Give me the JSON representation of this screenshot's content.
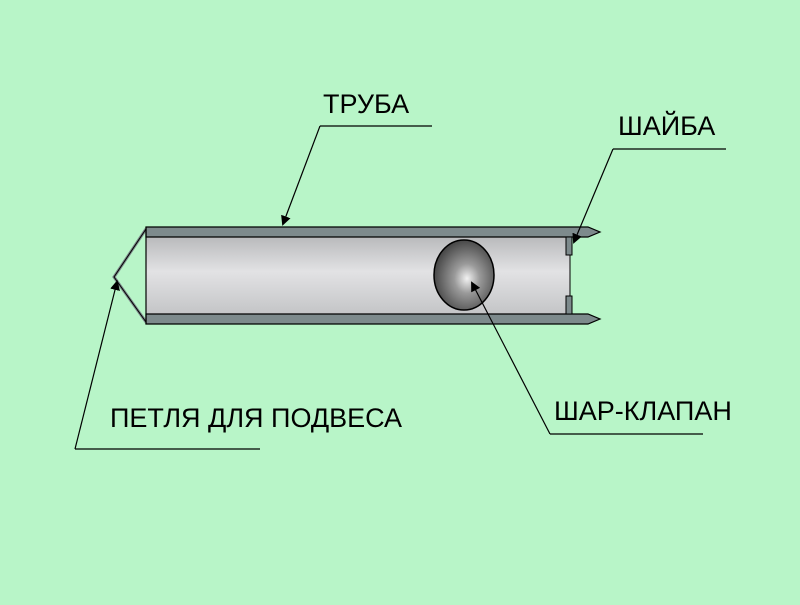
{
  "colors": {
    "background": "#b8f5c8",
    "pipe_wall": "#7d8a8c",
    "pipe_interior": "#d4d4d6",
    "ball_dark": "#3a3a3a",
    "ball_light": "#e8e8e8",
    "line": "#000000"
  },
  "labels": {
    "pipe": "ТРУБА",
    "washer": "ШАЙБА",
    "ball_valve": "ШАР-КЛАПАН",
    "hanging_loop": "ПЕТЛЯ ДЛЯ ПОДВЕСА"
  }
}
